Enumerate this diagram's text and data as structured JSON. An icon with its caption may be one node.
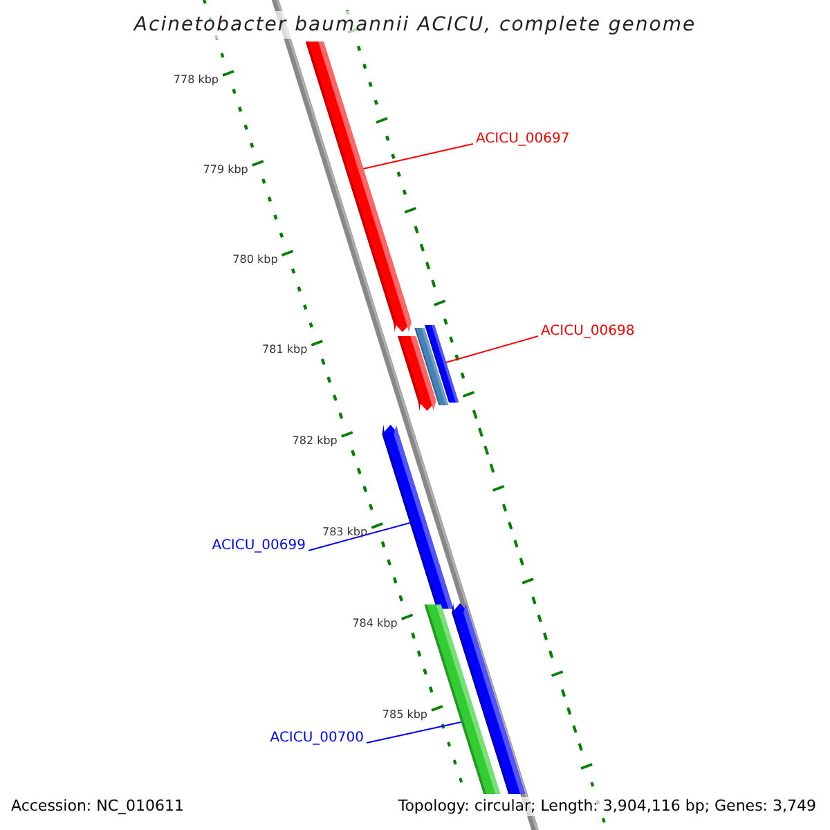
{
  "diagram": {
    "title": "Acinetobacter baumannii ACICU, complete genome",
    "nodes": [
      {
        "text": [
          "ACICU_00697"
        ]
      },
      {
        "text": [
          "ACICU_00698"
        ]
      },
      {
        "text": [
          "ACICU_00699"
        ]
      },
      {
        "text": [
          "ACICU_00700"
        ]
      },
      {
        "text": [],
        "shape": "bar"
      },
      {
        "text": [],
        "shape": "bar"
      },
      {
        "text": [],
        "shape": "bar"
      },
      {
        "text": [],
        "shape": "bar"
      },
      {
        "text": [],
        "shape": "bar"
      },
      {
        "text": [],
        "shape": "bar"
      },
      {
        "text": [],
        "shape": "bar"
      }
    ],
    "edges": [
      {
        "from": 0,
        "to": 4,
        "arrow": "none",
        "color": "#ff0000"
      },
      {
        "from": 1,
        "to": 7,
        "arrow": "none",
        "color": "#ff0000"
      },
      {
        "from": 2,
        "to": 8,
        "arrow": "none",
        "color": "#0000ff"
      },
      {
        "from": 3,
        "to": 10,
        "arrow": "none",
        "color": "#0000ff"
      }
    ],
    "labels": [
      "778 kbp",
      "779 kbp",
      "780 kbp",
      "781 kbp",
      "782 kbp",
      "783 kbp",
      "784 kbp",
      "785 kbp",
      "Accession: NC_010611",
      "Topology: circular; Length: 3,904,116 bp; Genes: 3,749"
    ]
  }
}
